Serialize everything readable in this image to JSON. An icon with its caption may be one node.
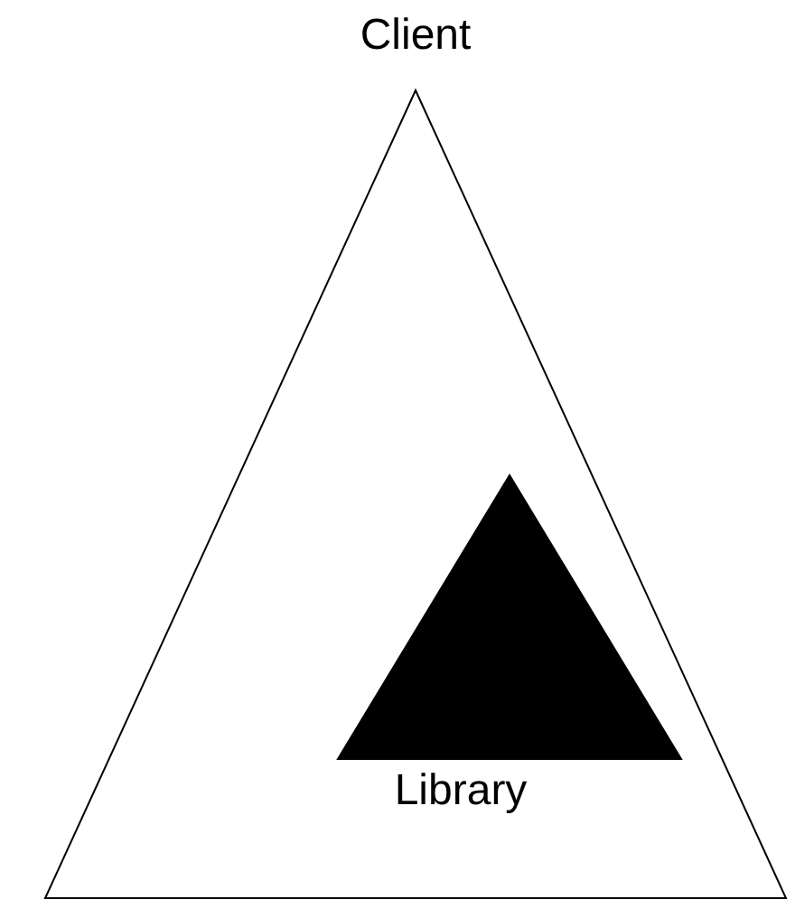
{
  "diagram": {
    "nodes": [
      {
        "text": [
          "Client"
        ]
      },
      {
        "text": [
          "Library"
        ],
        "in": 0
      }
    ]
  }
}
